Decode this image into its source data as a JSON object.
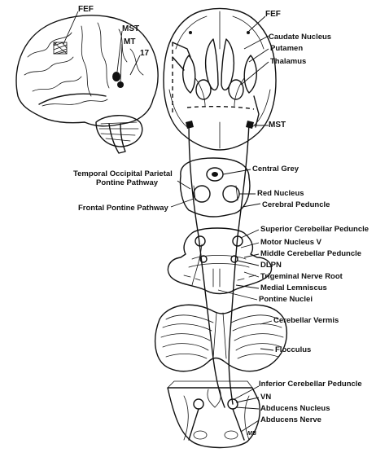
{
  "labels": {
    "fef_lateral": "FEF",
    "mst_lateral": "MST",
    "mt": "MT",
    "area17": "17",
    "fef_horizontal": "FEF",
    "caudate": "Caudate Nucleus",
    "putamen": "Putamen",
    "thalamus": "Thalamus",
    "mst_horizontal": "MST",
    "topp_line1": "Temporal Occipital Parietal",
    "topp_line2": "Pontine Pathway",
    "central_grey": "Central Grey",
    "red_nucleus": "Red Nucleus",
    "frontal_pontine": "Frontal Pontine Pathway",
    "cerebral_peduncle": "Cerebral Peduncle",
    "sup_cereb_peduncle": "Superior Cerebellar Peduncle",
    "motor_nucleus_v": "Motor Nucleus V",
    "mid_cereb_peduncle": "Middle Cerebellar Peduncle",
    "dlpn": "DLPN",
    "trigeminal_root": "Trigeminal Nerve Root",
    "medial_lemniscus": "Medial Lemniscus",
    "pontine_nuclei": "Pontine Nuclei",
    "cerebellar_vermis": "Cerebellar Vermis",
    "flocculus": "Flocculus",
    "inf_cereb_peduncle": "Inferior Cerebellar Peduncle",
    "vn": "VN",
    "abducens_nucleus": "Abducens Nucleus",
    "abducens_nerve": "Abducens Nerve",
    "signature": "MB"
  }
}
